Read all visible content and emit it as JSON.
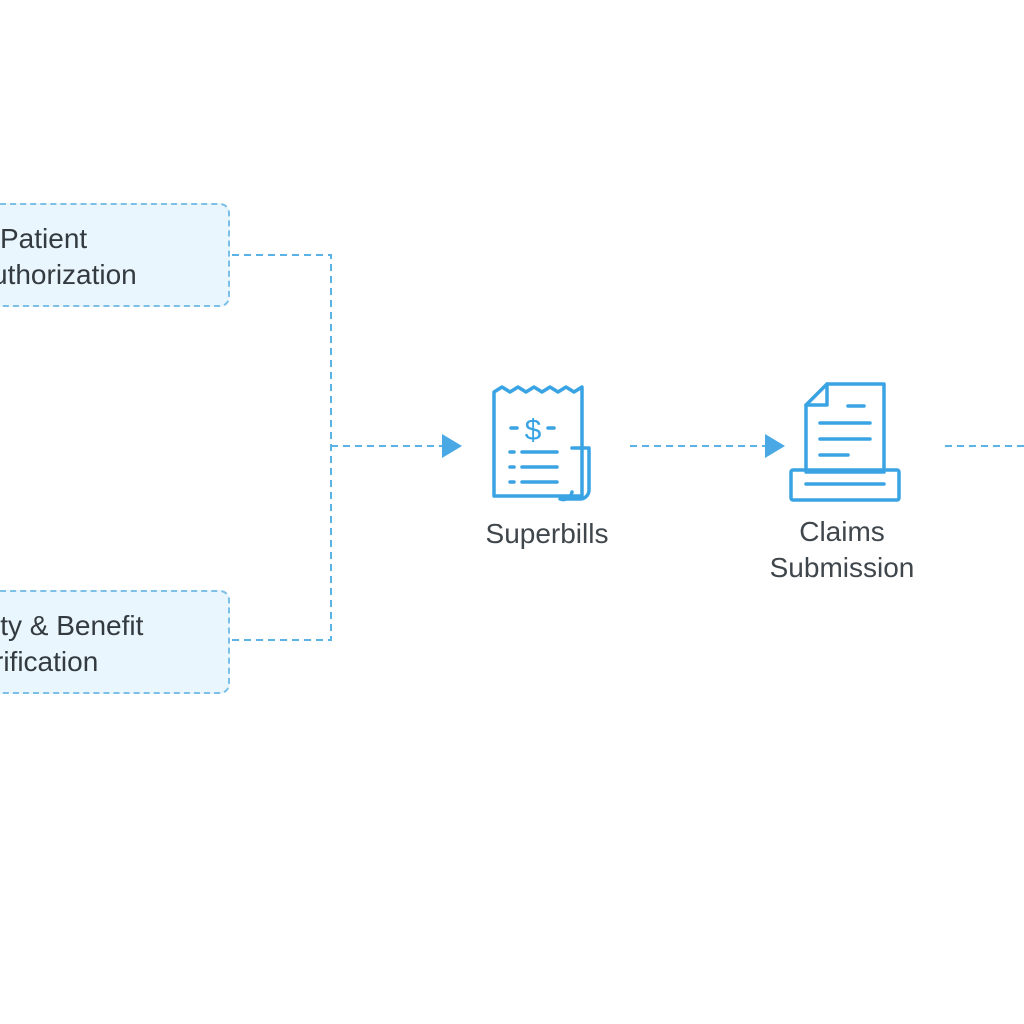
{
  "boxes": {
    "top": {
      "line1": "Patient",
      "line2": "uthorization"
    },
    "bottom": {
      "line1": "ity & Benefit",
      "line2": "rification"
    }
  },
  "steps": {
    "superbills": {
      "label": "Superbills",
      "icon": "receipt-dollar-icon"
    },
    "claims": {
      "line1": "Claims",
      "line2": "Submission",
      "icon": "document-tray-icon"
    }
  },
  "colors": {
    "accent": "#3aa3e3",
    "connector": "#5ab2e6",
    "box_fill": "#eaf6fd",
    "box_border": "#7cc0e8",
    "text": "#333a40"
  }
}
